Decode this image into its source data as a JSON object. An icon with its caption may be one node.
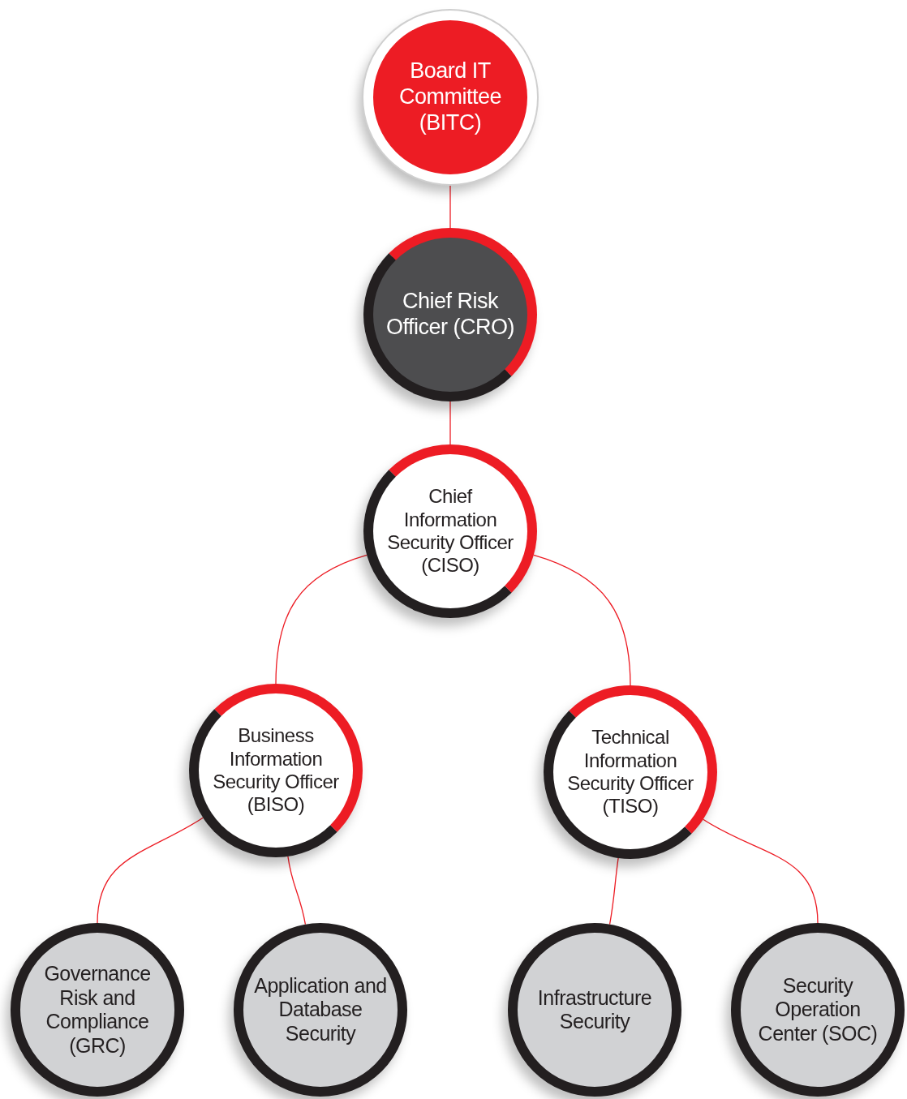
{
  "diagram": {
    "nodes": [
      {
        "text": [
          "Board IT Committee (BITC)"
        ]
      },
      {
        "text": [
          "Chief Risk Officer (CRO)"
        ]
      },
      {
        "text": [
          "Chief Information Security Officer (CISO)"
        ]
      },
      {
        "text": [
          "Business Information Security Officer (BISO)"
        ]
      },
      {
        "text": [
          "Technical Information Security Officer (TISO)"
        ]
      },
      {
        "text": [
          "Governance Risk and Compliance (GRC)"
        ]
      },
      {
        "text": [
          "Application and Database Security"
        ]
      },
      {
        "text": [
          "Infrastructure Security"
        ]
      },
      {
        "text": [
          "Security Operation Center (SOC)"
        ]
      }
    ],
    "edges": [
      {
        "from": 0,
        "to": 1,
        "arrow": "none"
      },
      {
        "from": 1,
        "to": 2,
        "arrow": "none"
      },
      {
        "from": 2,
        "to": 3,
        "arrow": "none"
      },
      {
        "from": 2,
        "to": 4,
        "arrow": "none"
      },
      {
        "from": 3,
        "to": 5,
        "arrow": "none"
      },
      {
        "from": 3,
        "to": 6,
        "arrow": "none"
      },
      {
        "from": 4,
        "to": 7,
        "arrow": "none"
      },
      {
        "from": 4,
        "to": 8,
        "arrow": "none"
      }
    ]
  }
}
